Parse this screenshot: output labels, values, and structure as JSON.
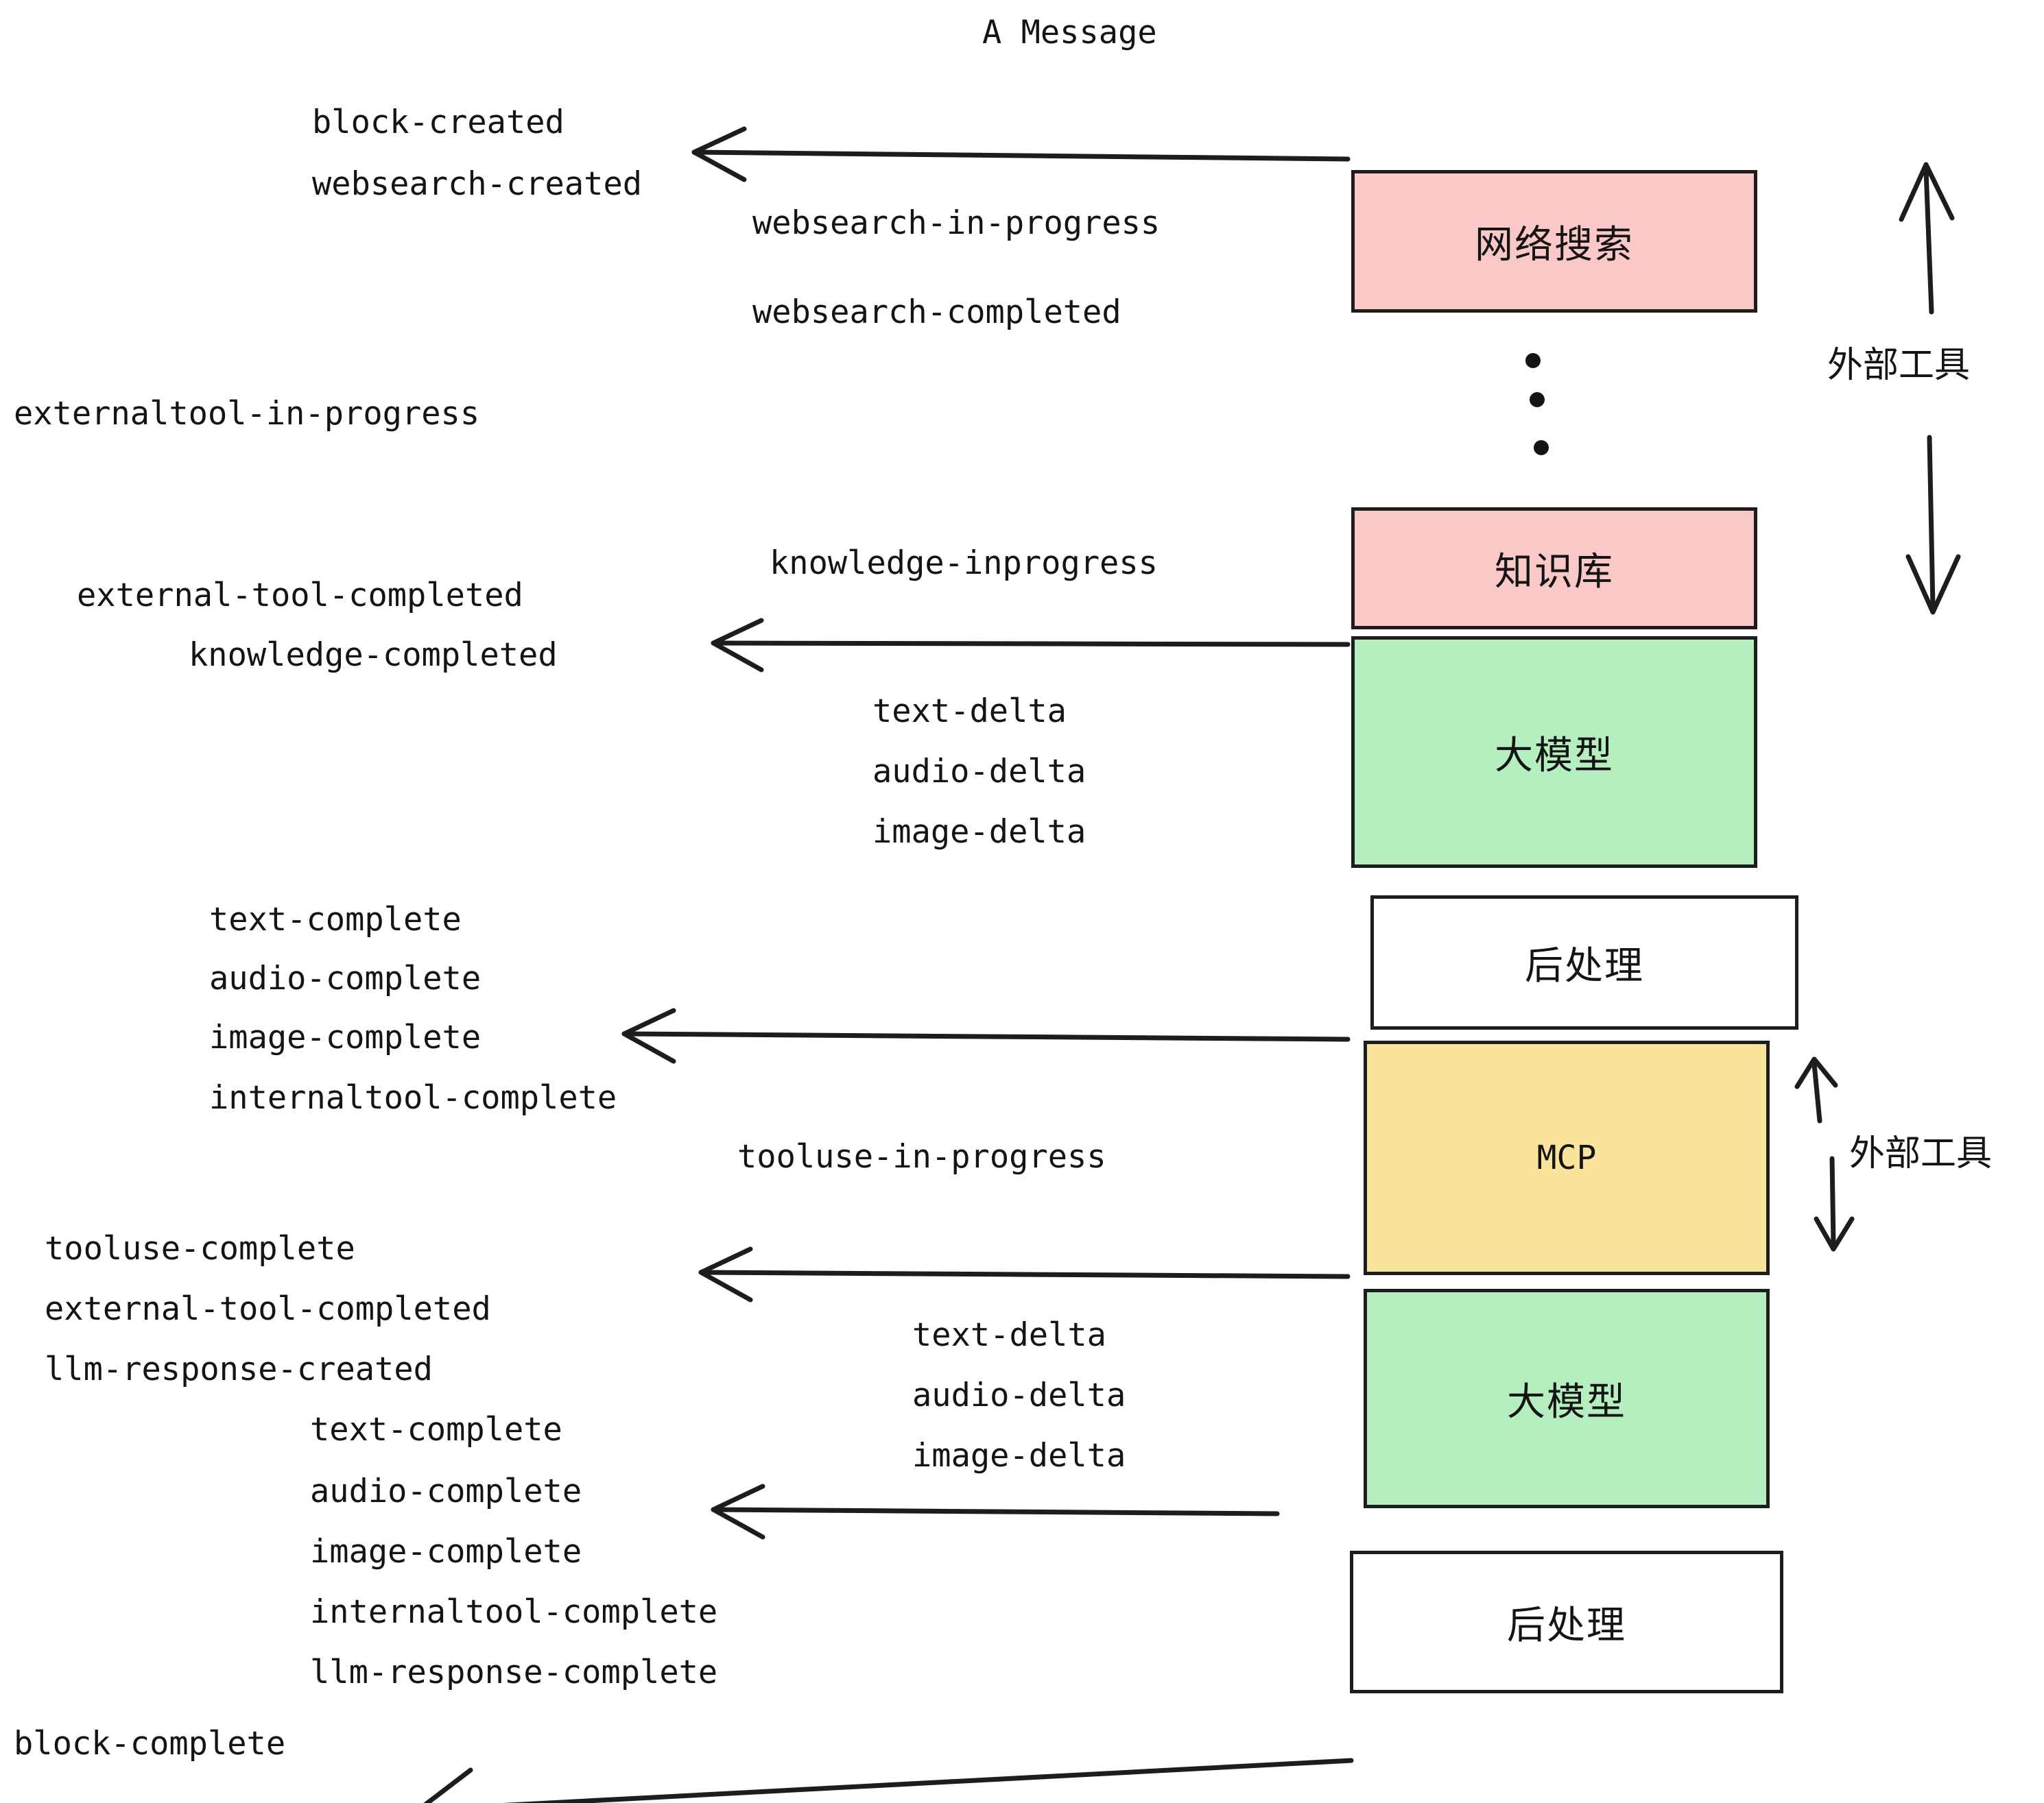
{
  "diagram": {
    "title": "A Message",
    "background": "#ffffff",
    "stroke": "#1d1d1d",
    "colors": {
      "pink": "#FBC8C8",
      "green": "#B5EFBF",
      "yellow": "#FAE49C",
      "white": "#ffffff",
      "ink": "#141414"
    }
  },
  "boxes": [
    {
      "id": "websearch",
      "label": "网络搜索",
      "fill": "#FBC8C8"
    },
    {
      "id": "knowledge",
      "label": "知识库",
      "fill": "#FBC8C8"
    },
    {
      "id": "llm-1",
      "label": "大模型",
      "fill": "#B5EFBF"
    },
    {
      "id": "postprocess-1",
      "label": "后处理",
      "fill": "#ffffff"
    },
    {
      "id": "mcp",
      "label": "MCP",
      "fill": "#FAE49C"
    },
    {
      "id": "llm-2",
      "label": "大模型",
      "fill": "#B5EFBF"
    },
    {
      "id": "postprocess-2",
      "label": "后处理",
      "fill": "#ffffff"
    }
  ],
  "side_labels": [
    {
      "id": "external-tool-top",
      "text": "外部工具"
    },
    {
      "id": "external-tool-bottom",
      "text": "外部工具"
    }
  ],
  "events": [
    {
      "id": "block-created",
      "text": "block-created"
    },
    {
      "id": "websearch-created",
      "text": "websearch-created"
    },
    {
      "id": "websearch-in-progress",
      "text": "websearch-in-progress"
    },
    {
      "id": "websearch-completed",
      "text": "websearch-completed"
    },
    {
      "id": "externaltool-in-progress",
      "text": "externaltool-in-progress"
    },
    {
      "id": "knowledge-inprogress",
      "text": "knowledge-inprogress"
    },
    {
      "id": "external-tool-completed-1",
      "text": "external-tool-completed"
    },
    {
      "id": "knowledge-completed",
      "text": "knowledge-completed"
    },
    {
      "id": "text-delta-1",
      "text": "text-delta"
    },
    {
      "id": "audio-delta-1",
      "text": "audio-delta"
    },
    {
      "id": "image-delta-1",
      "text": "image-delta"
    },
    {
      "id": "text-complete-1",
      "text": "text-complete"
    },
    {
      "id": "audio-complete-1",
      "text": "audio-complete"
    },
    {
      "id": "image-complete-1",
      "text": "image-complete"
    },
    {
      "id": "internaltool-complete-1",
      "text": "internaltool-complete"
    },
    {
      "id": "tooluse-in-progress",
      "text": "tooluse-in-progress"
    },
    {
      "id": "tooluse-complete",
      "text": "tooluse-complete"
    },
    {
      "id": "external-tool-completed-2",
      "text": "external-tool-completed"
    },
    {
      "id": "llm-response-created",
      "text": "llm-response-created"
    },
    {
      "id": "text-delta-2",
      "text": "text-delta"
    },
    {
      "id": "audio-delta-2",
      "text": "audio-delta"
    },
    {
      "id": "image-delta-2",
      "text": "image-delta"
    },
    {
      "id": "text-complete-2",
      "text": "text-complete"
    },
    {
      "id": "audio-complete-2",
      "text": "audio-complete"
    },
    {
      "id": "image-complete-2",
      "text": "image-complete"
    },
    {
      "id": "internaltool-complete-2",
      "text": "internaltool-complete"
    },
    {
      "id": "llm-response-complete",
      "text": "llm-response-complete"
    },
    {
      "id": "block-complete",
      "text": "block-complete"
    }
  ],
  "ellipsis": {
    "count": 3,
    "meaning": "more external tools omitted"
  }
}
